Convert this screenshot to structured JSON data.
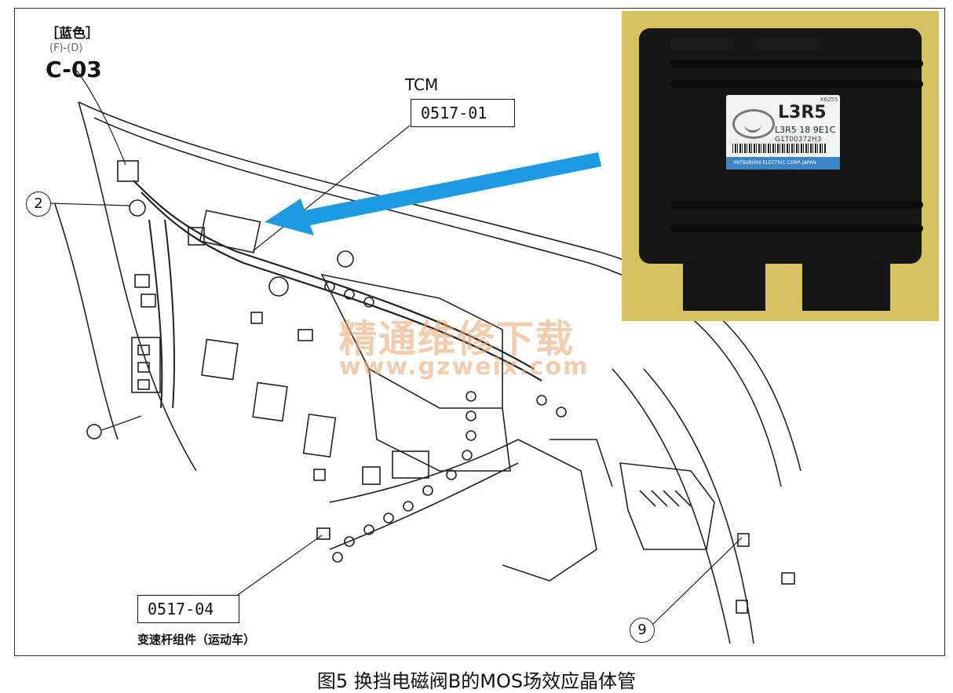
{
  "labels": {
    "connector_color": "［蓝色］",
    "connector_pins": "(F)-(D)",
    "connector_code": "C-03",
    "tcm": "TCM",
    "tcm_part": "0517-01",
    "shift_part": "0517-04",
    "shift_label": "变速杆组件（运动车）",
    "callout_2": "2",
    "callout_9": "9"
  },
  "photo": {
    "model": "L3R5",
    "part_number": "L3R5 18 9E1C",
    "serial": "G1T00372H3",
    "small_code": "K6255",
    "maker": "MITSUBISHI ELECTRIC CORP. JAPAN",
    "brand_logo": "mazda-logo-icon"
  },
  "watermark": {
    "title": "精通维修下载",
    "url": "www.gzweix.com"
  },
  "caption": "图5 换挡电磁阀B的MOS场效应晶体管",
  "colors": {
    "arrow": "#1c9be2",
    "photo_bg": "#d7c262",
    "watermark": "#e9a36b"
  }
}
